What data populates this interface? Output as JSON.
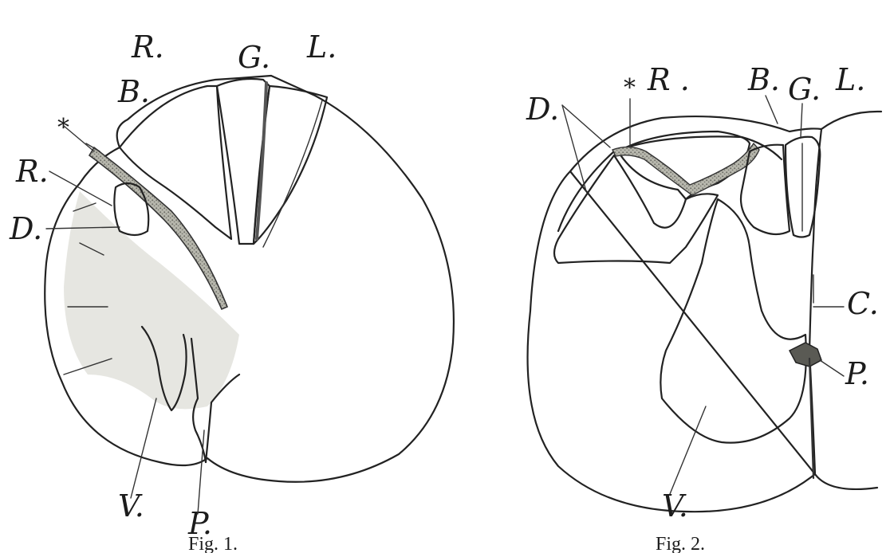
{
  "figure1": {
    "caption": "Fig. 1.",
    "labels": {
      "right": "R.",
      "left": "L.",
      "g": "G.",
      "b": "B.",
      "star": "*",
      "r": "R.",
      "d": "D.",
      "v": "V.",
      "p": "P."
    }
  },
  "figure2": {
    "caption": "Fig. 2.",
    "labels": {
      "d": "D.",
      "star": "*",
      "r": "R .",
      "b": "B.",
      "g": "G.",
      "left": "L.",
      "c": "C.",
      "p": "P.",
      "v": "V."
    }
  },
  "colors": {
    "ink": "#222222",
    "tissue": "#e4e4da",
    "tissue_dark": "#c9c9bf",
    "lesion": "#8a8a82",
    "paper": "#ffffff"
  }
}
